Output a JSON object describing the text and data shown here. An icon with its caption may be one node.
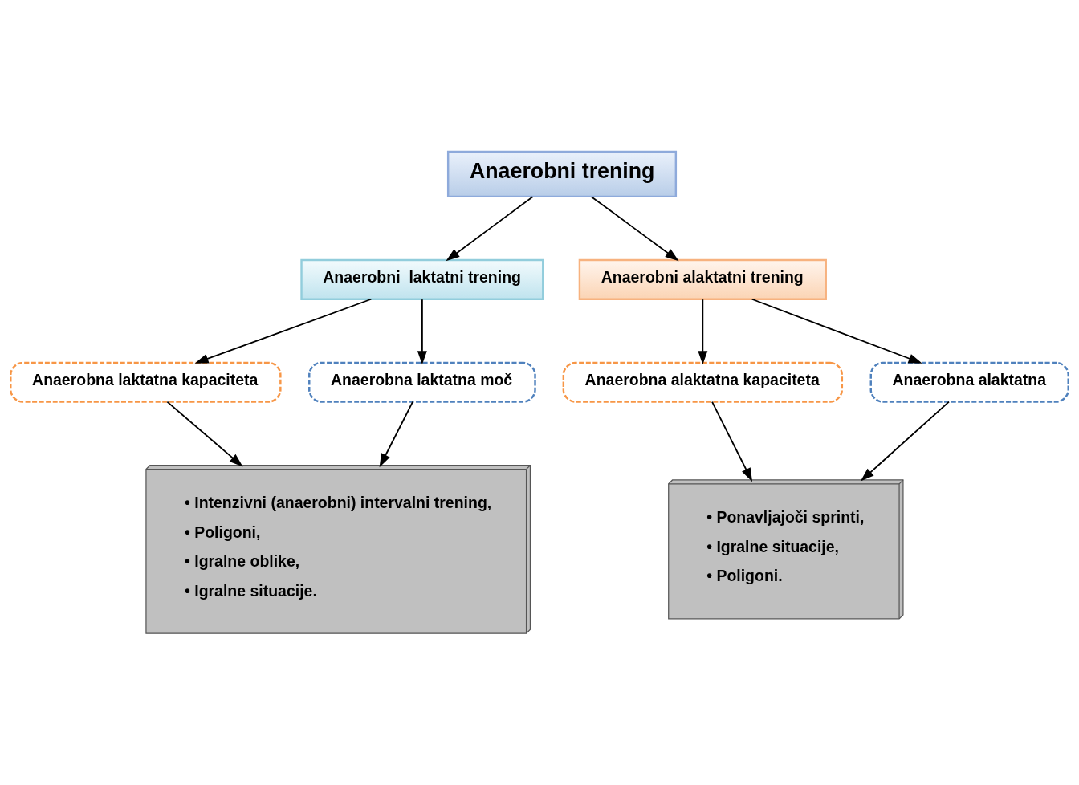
{
  "diagram": {
    "nodes": [
      {
        "text": [
          "Anaerobni trening"
        ]
      },
      {
        "text": [
          "Anaerobni  laktatni trening"
        ]
      },
      {
        "text": [
          "Anaerobni alaktatni trening"
        ]
      },
      {
        "text": [
          "Anaerobna laktatna kapaciteta"
        ]
      },
      {
        "text": [
          "Anaerobna laktatna moč"
        ]
      },
      {
        "text": [
          "Anaerobna alaktatna kapaciteta"
        ]
      },
      {
        "text": [
          "Anaerobna alaktatna"
        ]
      },
      {
        "text": [
          "• Intenzivni (anaerobni) intervalni trening,",
          "• Poligoni,",
          "• Igralne oblike,",
          "• Igralne situacije."
        ]
      },
      {
        "text": [
          "• Ponavljajoči sprinti,",
          "• Igralne situacije,",
          "• Poligoni."
        ]
      }
    ],
    "edges": [
      {
        "from": 0,
        "to": 1,
        "arrow": "to"
      },
      {
        "from": 0,
        "to": 2,
        "arrow": "to"
      },
      {
        "from": 1,
        "to": 3,
        "arrow": "to"
      },
      {
        "from": 1,
        "to": 4,
        "arrow": "to"
      },
      {
        "from": 2,
        "to": 5,
        "arrow": "to"
      },
      {
        "from": 2,
        "to": 6,
        "arrow": "to"
      },
      {
        "from": 3,
        "to": 7,
        "arrow": "to"
      },
      {
        "from": 4,
        "to": 7,
        "arrow": "to"
      },
      {
        "from": 5,
        "to": 8,
        "arrow": "to"
      },
      {
        "from": 6,
        "to": 8,
        "arrow": "to"
      }
    ]
  }
}
